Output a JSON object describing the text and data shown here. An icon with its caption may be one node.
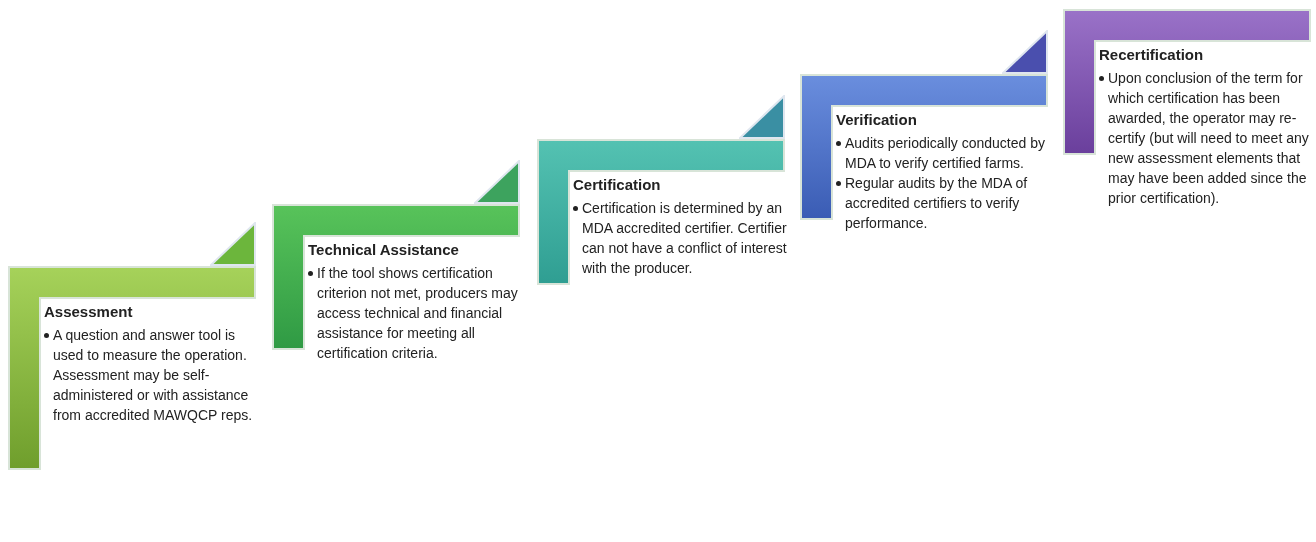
{
  "diagram": {
    "nodes": [
      {
        "text": [
          "Assessment",
          "A question and answer tool is used to measure the operation. Assessment may be self-administered or with assistance from accredited MAWQCP reps."
        ]
      },
      {
        "text": [
          "Technical Assistance",
          "If the tool shows certification criterion not met, producers may access technical and financial assistance for meeting all certification criteria."
        ]
      },
      {
        "text": [
          "Certification",
          "Certification is determined by an MDA accredited certifier. Certifier can not have a conflict of interest with the producer."
        ]
      },
      {
        "text": [
          "Verification",
          "Audits periodically conducted by MDA to verify certified farms.",
          "Regular audits by the MDA of accredited certifiers to verify performance."
        ]
      },
      {
        "text": [
          "Recertification",
          "Upon conclusion of the term for which certification has been awarded, the operator may re-certify (but will need to meet any new assessment elements that may have been added since the prior certification)."
        ]
      }
    ]
  }
}
